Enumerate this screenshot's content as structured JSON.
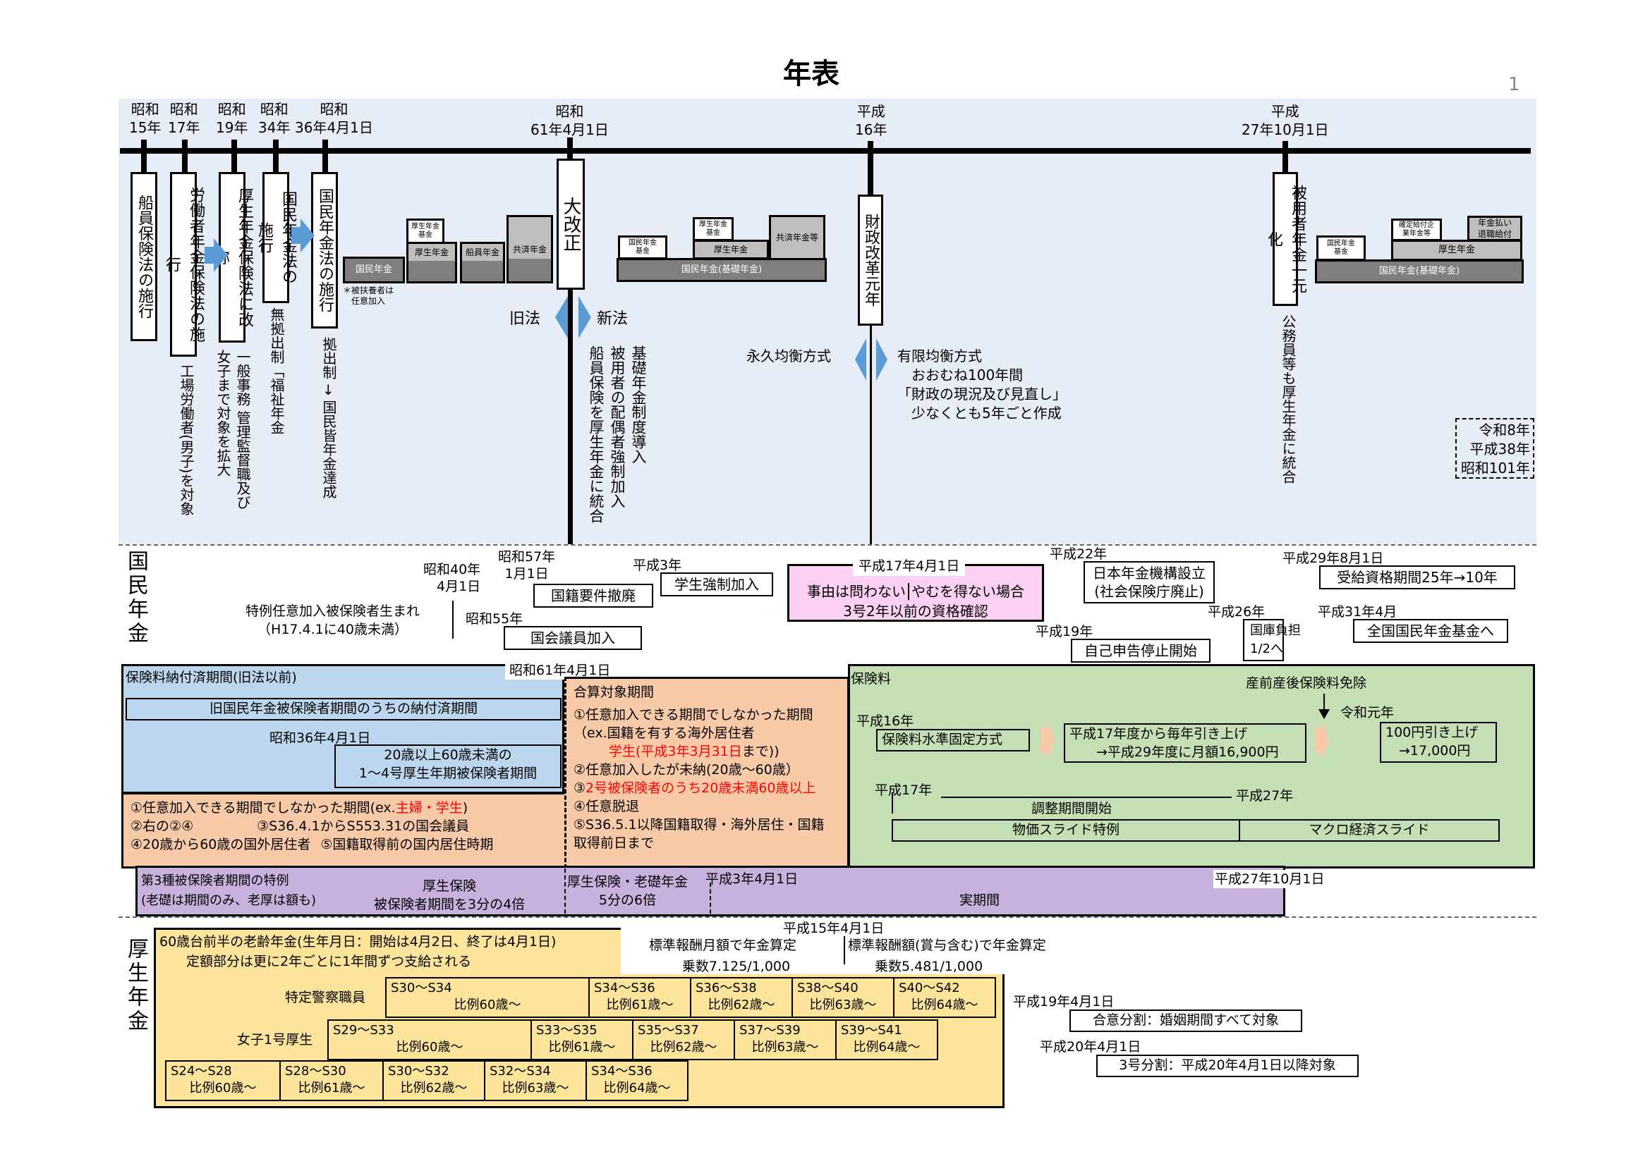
{
  "title": "年表",
  "page_number": "1",
  "timeline": {
    "events": [
      {
        "era": "昭和\n15年",
        "label": "船員保険法の施行",
        "note": ""
      },
      {
        "era": "昭和\n17年",
        "label": "労働者年金保険法の施行",
        "note": "工場労働者(男子)を対象"
      },
      {
        "era": "昭和\n19年",
        "label": "厚生年金保険法に改称",
        "note": "一般事務 管理監督職及び\n女子まで対象を拡大"
      },
      {
        "era": "昭和\n34年",
        "label": "国民年金法の施行",
        "note": "無拠出制「福祉年金"
      },
      {
        "era": "昭和\n36年4月1日",
        "label": "国民年金法の施行",
        "note": "拠出制 → 国民皆年金達成"
      },
      {
        "era": "昭和\n61年4月1日",
        "label": "大改正",
        "note": "基礎年金制度導入\n被用者の配偶者強制加入\n船員保険を厚生年金に統合"
      },
      {
        "era": "平成\n16年",
        "label": "財政改革元年",
        "note": ""
      },
      {
        "era": "平成\n27年10月1日",
        "label": "被用者年金一元化",
        "note": "公務員等も厚生年金に統合"
      }
    ],
    "arrow_between_note": "→",
    "old_law": "旧法",
    "new_law": "新法",
    "permanent_balance": "永久均衡方式",
    "finite_balance": "有限均衡方式\n　おおむね100年間\n「財政の現況及び見直し」\n　少なくとも5年ごと作成",
    "future_box": [
      "令和8年",
      "平成38年",
      "昭和101年"
    ],
    "structure_1": {
      "kokumin": "国民年金",
      "kosei_kikin": "厚生年金\n基金",
      "kosei": "厚生年金",
      "senin": "船員年金",
      "kyosai": "共済年金",
      "footnote": "＊被扶養者は\n　任意加入"
    },
    "structure_2": {
      "kokumin_kikin": "国民年金\n基金",
      "kosei_kikin": "厚生年金\n基金",
      "kosei": "厚生年金",
      "kyosai": "共済年金等",
      "base": "国民年金(基礎年金)"
    },
    "structure_3": {
      "kokumin_kikin": "国民年金\n基金",
      "kakutei": "確定給付企\n業年金等",
      "nenkin_barai": "年金払い\n退職給付",
      "kosei": "厚生年金",
      "base": "国民年金(基礎年金)"
    }
  },
  "kokumin_section": {
    "label": "国民年金",
    "tokurei": "特例任意加入被保険者生まれ\n（H17.4.1に40歳未満）",
    "events": [
      {
        "date": "昭和40年\n4月1日",
        "text": ""
      },
      {
        "date": "昭和57年\n1月1日",
        "text": "国籍要件撤廃"
      },
      {
        "date": "平成3年",
        "text": "学生強制加入"
      },
      {
        "date": "昭和55年",
        "text": "国会議員加入"
      },
      {
        "date": "平成22年",
        "text": "日本年金機構設立\n(社会保険庁廃止)"
      },
      {
        "date": "平成19年",
        "text": "自己申告停止開始"
      },
      {
        "date": "平成26年",
        "text": "国庫負担\n1/2へ"
      },
      {
        "date": "平成29年8月1日",
        "text": "受給資格期間25年→10年"
      },
      {
        "date": "平成31年4月",
        "text": "全国国民年金基金へ"
      }
    ],
    "pink": {
      "date": "平成17年4月1日",
      "left": "事由は問わない",
      "right": "やむを得ない場合",
      "bottom": "3号2年以前の資格確認"
    }
  },
  "periods": {
    "paid": {
      "title": "保険料納付済期間(旧法以前)",
      "row1": "旧国民年金被保険者期間のうちの納付済期間",
      "date": "昭和36年4月1日",
      "row2": "20歳以上60歳未満の\n1～4号厚生年期被保険者期間"
    },
    "old_karasan": {
      "l1_a": "①任意加入できる期間でしなかった期間(ex.",
      "l1_red": "主婦・学生",
      "l1_b": ")",
      "l2a": "②右の②④",
      "l2b": "③S36.4.1からS553.31の国会議員",
      "l3a": "④20歳から60歳の国外居住者",
      "l3b": "⑤国籍取得前の国内居住時期"
    },
    "boundary_date": "昭和61年4月1日",
    "karasan": {
      "title": "合算対象期間",
      "l1": "①任意加入できる期間でしなかった期間",
      "l2": "（ex.国籍を有する海外居住者",
      "l3_red": "学生(平成3年3月31日",
      "l3_b": "まで))",
      "l4": "②任意加入したが未納(20歳～60歳）",
      "l5_a": "③",
      "l5_red": "2号被保険者のうち20歳未満60歳以上",
      "l6": "④任意脱退",
      "l7": "⑤S36.5.1以降国籍取得・海外居住・国籍",
      "l8": "取得前日まで"
    },
    "premium": {
      "title": "保険料",
      "exempt": "産前産後保険料免除",
      "h16": "平成16年",
      "fixed": "保険料水準固定方式",
      "raise": "平成17年度から毎年引き上げ\n　　→平成29年度に月額16,900円",
      "reiwa": "令和元年",
      "raise2": "100円引き上げ\n　→17,000円",
      "h17": "平成17年",
      "h27": "平成27年",
      "adjust": "調整期間開始",
      "price_slide": "物価スライド特例",
      "macro_slide": "マクロ経済スライド"
    },
    "third": {
      "title": "第3種被保険者期間の特例\n(老礎は期間のみ、老厚は額も)",
      "a": "厚生保険\n被保険者期間を3分の4倍",
      "b": "厚生保険・老礎年金\n5分の6倍",
      "date_h3": "平成3年4月1日",
      "real": "実期間",
      "date_h27": "平成27年10月1日"
    }
  },
  "kosei_section": {
    "label": "厚生年金",
    "header": "60歳台前半の老齢年金(生年月日：開始は4月2日、終了は4月1日)\n　　定額部分は更に2年ごとに1年間ずつ支給される",
    "h15_date": "平成15年4月1日",
    "left_calc": "標準報酬月額で年金算定\n　　乗数7.125/1,000",
    "right_calc": "標準報酬額(賞与含む)で年金算定\n　　乗数5.481/1,000",
    "police_label": "特定警察職員",
    "police": [
      {
        "range": "S30～S34",
        "age": "比例60歳～"
      },
      {
        "range": "S34～S36",
        "age": "比例61歳～"
      },
      {
        "range": "S36～S38",
        "age": "比例62歳～"
      },
      {
        "range": "S38～S40",
        "age": "比例63歳～"
      },
      {
        "range": "S40～S42",
        "age": "比例64歳～"
      }
    ],
    "women_label": "女子1号厚生",
    "women": [
      {
        "range": "S29～S33",
        "age": "比例60歳～"
      },
      {
        "range": "S33～S35",
        "age": "比例61歳～"
      },
      {
        "range": "S35～S37",
        "age": "比例62歳～"
      },
      {
        "range": "S37～S39",
        "age": "比例63歳～"
      },
      {
        "range": "S39～S41",
        "age": "比例64歳～"
      }
    ],
    "men": [
      {
        "range": "S24～S28",
        "age": "比例60歳～"
      },
      {
        "range": "S28～S30",
        "age": "比例61歳～"
      },
      {
        "range": "S30～S32",
        "age": "比例62歳～"
      },
      {
        "range": "S32～S34",
        "age": "比例63歳～"
      },
      {
        "range": "S34～S36",
        "age": "比例64歳～"
      }
    ],
    "split1_date": "平成19年4月1日",
    "split1": "合意分割：婚姻期間すべて対象",
    "split2_date": "平成20年4月1日",
    "split2": "3号分割：平成20年4月1日以降対象"
  }
}
